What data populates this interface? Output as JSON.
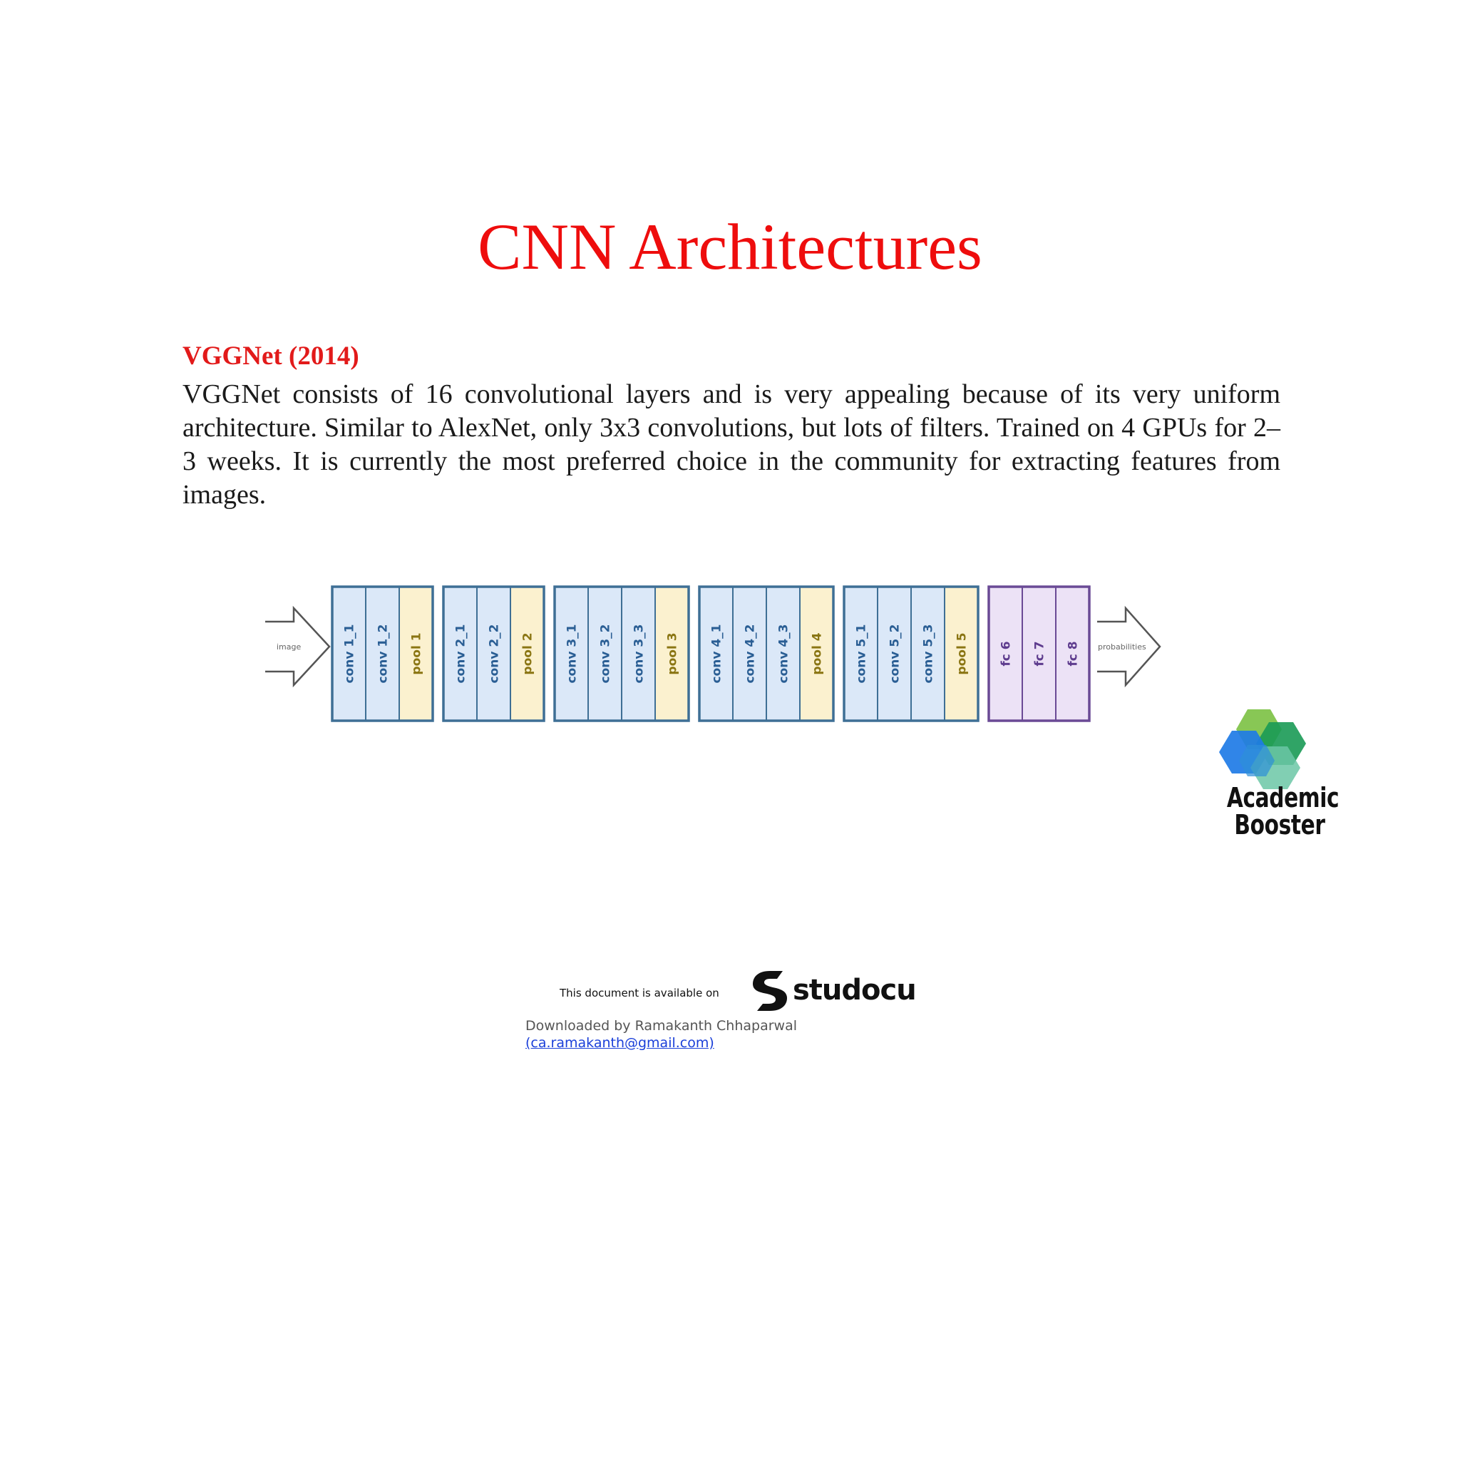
{
  "page": {
    "title": "CNN Architectures",
    "section_heading": "VGGNet (2014)",
    "paragraph": "VGGNet consists of 16 convolutional layers and is very appealing because of its very uniform architecture. Similar to AlexNet, only 3x3 convolutions, but lots of filters. Trained on 4 GPUs for 2–3 weeks. It is currently the most preferred choice in the community for extracting features from images."
  },
  "diagram": {
    "input_label": "image",
    "output_label": "probabilities",
    "blocks": [
      {
        "layers": [
          {
            "label": "conv 1_1",
            "kind": "conv"
          },
          {
            "label": "conv 1_2",
            "kind": "conv"
          },
          {
            "label": "pool 1",
            "kind": "pool"
          }
        ]
      },
      {
        "layers": [
          {
            "label": "conv 2_1",
            "kind": "conv"
          },
          {
            "label": "conv 2_2",
            "kind": "conv"
          },
          {
            "label": "pool 2",
            "kind": "pool"
          }
        ]
      },
      {
        "layers": [
          {
            "label": "conv 3_1",
            "kind": "conv"
          },
          {
            "label": "conv 3_2",
            "kind": "conv"
          },
          {
            "label": "conv 3_3",
            "kind": "conv"
          },
          {
            "label": "pool 3",
            "kind": "pool"
          }
        ]
      },
      {
        "layers": [
          {
            "label": "conv 4_1",
            "kind": "conv"
          },
          {
            "label": "conv 4_2",
            "kind": "conv"
          },
          {
            "label": "conv 4_3",
            "kind": "conv"
          },
          {
            "label": "pool 4",
            "kind": "pool"
          }
        ]
      },
      {
        "layers": [
          {
            "label": "conv 5_1",
            "kind": "conv"
          },
          {
            "label": "conv 5_2",
            "kind": "conv"
          },
          {
            "label": "conv 5_3",
            "kind": "conv"
          },
          {
            "label": "pool 5",
            "kind": "pool"
          }
        ]
      },
      {
        "layers": [
          {
            "label": "fc 6",
            "kind": "fc"
          },
          {
            "label": "fc 7",
            "kind": "fc"
          },
          {
            "label": "fc 8",
            "kind": "fc"
          }
        ]
      }
    ],
    "colors": {
      "conv_fill": "#dbe8f8",
      "conv_text": "#2a5e94",
      "conv_border": "#3e6f95",
      "pool_fill": "#fbf1cf",
      "pool_text": "#8a7512",
      "fc_fill": "#ece2f6",
      "fc_text": "#5e3c8e",
      "fc_border": "#6a4a95"
    }
  },
  "logo": {
    "line1": "Academic",
    "line2": "Booster"
  },
  "footer": {
    "available_text": "This document is available on",
    "brand": "studocu",
    "downloaded_by": "Downloaded by Ramakanth Chhaparwal",
    "email": "(ca.ramakanth@gmail.com)"
  }
}
